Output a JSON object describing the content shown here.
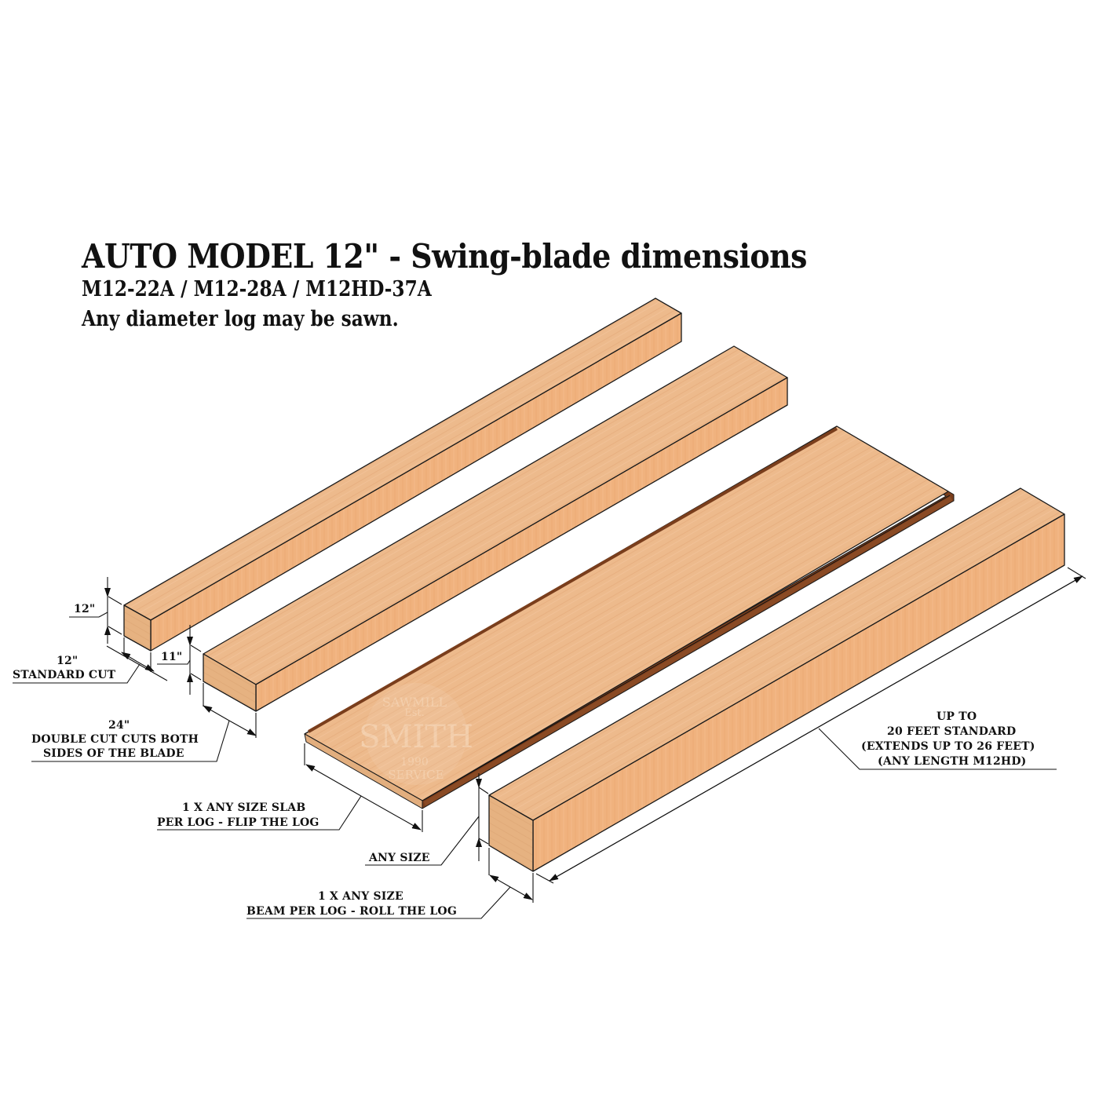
{
  "header": {
    "title": "AUTO MODEL 12\" - Swing-blade dimensions",
    "models": "M12-22A / M12-28A / M12HD-37A",
    "note": "Any diameter log may be sawn."
  },
  "colors": {
    "wood_top": "#EDBA8C",
    "wood_side": "#F0B27E",
    "wood_end": "#E6B281",
    "bark_edge": "#7A3E1C",
    "outline": "#1a1a1a",
    "text": "#111111"
  },
  "boards": [
    {
      "id": "standard-cut-board",
      "dimension_height": "12\"",
      "dimension_width": "12\"",
      "label": "STANDARD CUT"
    },
    {
      "id": "double-cut-board",
      "dimension_height": "11\"",
      "dimension_width": "24\"",
      "label_lines": [
        "DOUBLE CUT CUTS BOTH",
        "SIDES OF THE BLADE"
      ]
    },
    {
      "id": "slab",
      "label_lines": [
        "1 X ANY SIZE SLAB",
        "PER LOG - FLIP THE LOG"
      ]
    },
    {
      "id": "beam",
      "dimension_height": "ANY SIZE",
      "label_lines": [
        "1 X ANY SIZE",
        "BEAM PER LOG - ROLL THE LOG"
      ]
    }
  ],
  "labels": {
    "h12": "12\"",
    "w12": "12\"",
    "standard_cut": "STANDARD CUT",
    "h11": "11\"",
    "w24": "24\"",
    "double_cut_1": "DOUBLE CUT CUTS BOTH",
    "double_cut_2": "SIDES OF THE BLADE",
    "slab_1": "1 X ANY SIZE SLAB",
    "slab_2": "PER LOG - FLIP THE LOG",
    "any_size": "ANY SIZE",
    "beam_1": "1 X ANY SIZE",
    "beam_2": "BEAM PER LOG - ROLL THE LOG",
    "length_1": "UP TO",
    "length_2": "20 FEET STANDARD",
    "length_3": "(EXTENDS UP TO 26 FEET)",
    "length_4": "(ANY LENGTH M12HD)"
  },
  "watermark": {
    "arc_top": "SAWMILL",
    "est": "Est.",
    "name": "SMITH",
    "year": "1990",
    "arc_bottom": "SERVICE"
  }
}
